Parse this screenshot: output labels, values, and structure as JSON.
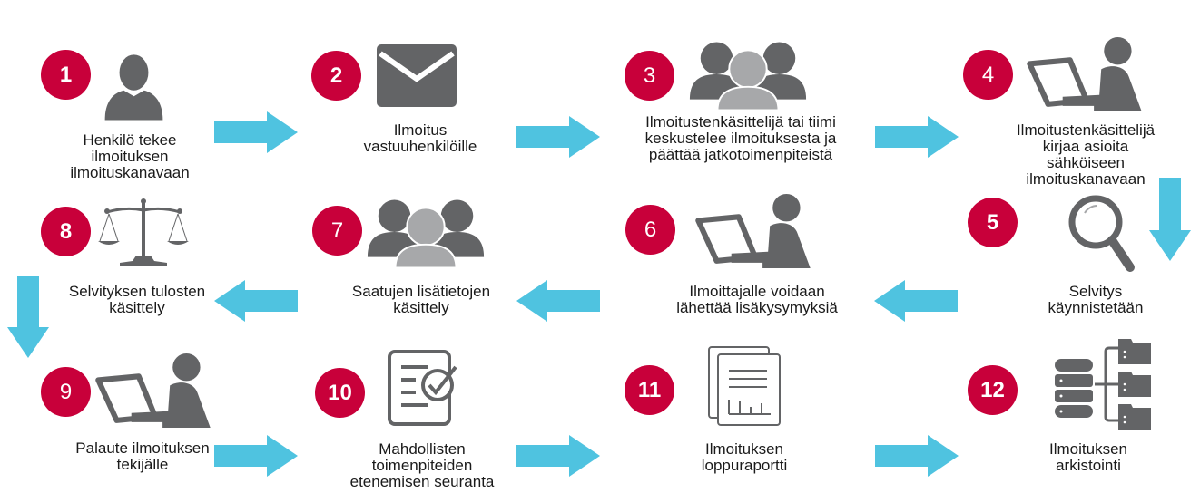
{
  "diagram": {
    "accent_color": "#c8003a",
    "arrow_color": "#4fc3e0",
    "icon_color": "#636466",
    "steps": [
      {
        "number": "1",
        "icon": "person-icon",
        "label": "Henkilö tekee\nilmoituksen\nilmoituskanavaan"
      },
      {
        "number": "2",
        "icon": "envelope-icon",
        "label": "Ilmoitus\nvastuuhenkilöille"
      },
      {
        "number": "3",
        "icon": "group-icon",
        "label": "Ilmoitustenkäsittelijä tai tiimi\nkeskustelee ilmoituksesta ja\npäättää jatkotoimenpiteistä"
      },
      {
        "number": "4",
        "icon": "laptop-user-icon",
        "label": "Ilmoitustenkäsittelijä\nkirjaa asioita sähköiseen\nilmoituskanavaan"
      },
      {
        "number": "5",
        "icon": "magnifier-icon",
        "label": "Selvitys\nkäynnistetään"
      },
      {
        "number": "6",
        "icon": "laptop-user-icon",
        "label": "Ilmoittajalle voidaan\nlähettää lisäkysymyksiä"
      },
      {
        "number": "7",
        "icon": "group-icon",
        "label": "Saatujen lisätietojen\nkäsittely"
      },
      {
        "number": "8",
        "icon": "scales-icon",
        "label": "Selvityksen tulosten\nkäsittely"
      },
      {
        "number": "9",
        "icon": "laptop-user-icon",
        "label": "Palaute ilmoituksen\ntekijälle"
      },
      {
        "number": "10",
        "icon": "checklist-document-icon",
        "label": "Mahdollisten\ntoimenpiteiden\netenemisen seuranta"
      },
      {
        "number": "11",
        "icon": "report-chart-icon",
        "label": "Ilmoituksen\nloppuraportti"
      },
      {
        "number": "12",
        "icon": "database-folders-icon",
        "label": "Ilmoituksen\narkistointi"
      }
    ]
  }
}
